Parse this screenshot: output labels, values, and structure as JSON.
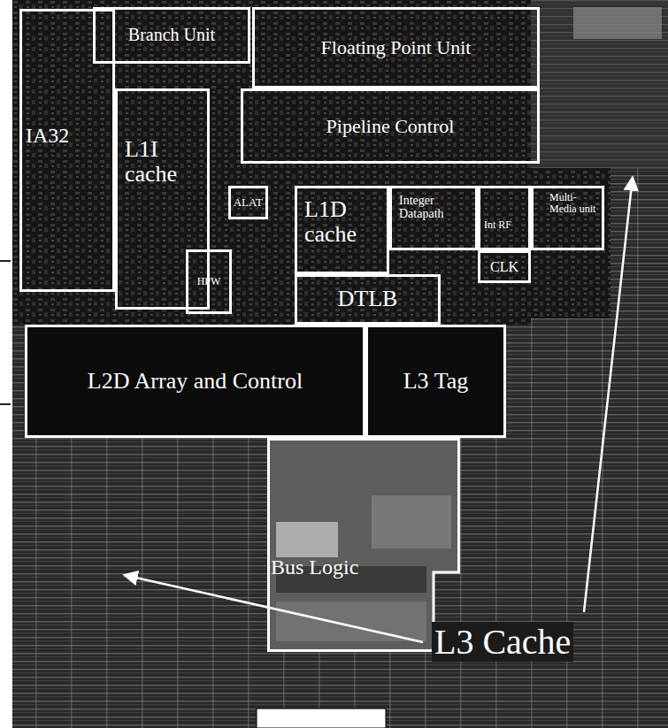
{
  "diagram": {
    "nodes": [
      {
        "text": [
          "Branch Unit"
        ]
      },
      {
        "text": [
          "Floating Point Unit"
        ]
      },
      {
        "text": [
          "IA32"
        ]
      },
      {
        "text": [
          "L1I cache"
        ]
      },
      {
        "text": [
          "Pipeline Control"
        ]
      },
      {
        "text": [
          "ALAT"
        ]
      },
      {
        "text": [
          "L1D cache"
        ]
      },
      {
        "text": [
          "Integer Datapath"
        ]
      },
      {
        "text": [
          "Int RF"
        ]
      },
      {
        "text": [
          "Multi-Media unit"
        ]
      },
      {
        "text": [
          "CLK"
        ]
      },
      {
        "text": [
          "HPW"
        ]
      },
      {
        "text": [
          "DTLB"
        ]
      },
      {
        "text": [
          "L2D Array and Control"
        ]
      },
      {
        "text": [
          "L3 Tag"
        ]
      },
      {
        "text": [
          "Bus Logic"
        ]
      }
    ],
    "edges": [],
    "labels": [
      "L3 Cache"
    ]
  }
}
